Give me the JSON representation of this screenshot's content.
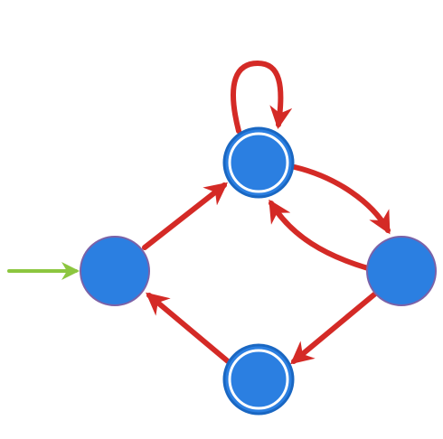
{
  "diagram": {
    "type": "state-machine",
    "colors": {
      "background": "#ffffff",
      "state_fill": "#2b7fe1",
      "state_outline": "#7b62a8",
      "accept_ring": "#1a67c2",
      "transition": "#d42a26",
      "start_arrow": "#8cc63f"
    },
    "states": [
      {
        "id": "left",
        "start": true,
        "accept": false
      },
      {
        "id": "top",
        "start": false,
        "accept": true
      },
      {
        "id": "right",
        "start": false,
        "accept": false
      },
      {
        "id": "bottom",
        "start": false,
        "accept": true
      }
    ],
    "transitions": [
      {
        "from": "left",
        "to": "top"
      },
      {
        "from": "top",
        "to": "top"
      },
      {
        "from": "top",
        "to": "right"
      },
      {
        "from": "right",
        "to": "top"
      },
      {
        "from": "right",
        "to": "bottom"
      },
      {
        "from": "bottom",
        "to": "left"
      }
    ]
  }
}
